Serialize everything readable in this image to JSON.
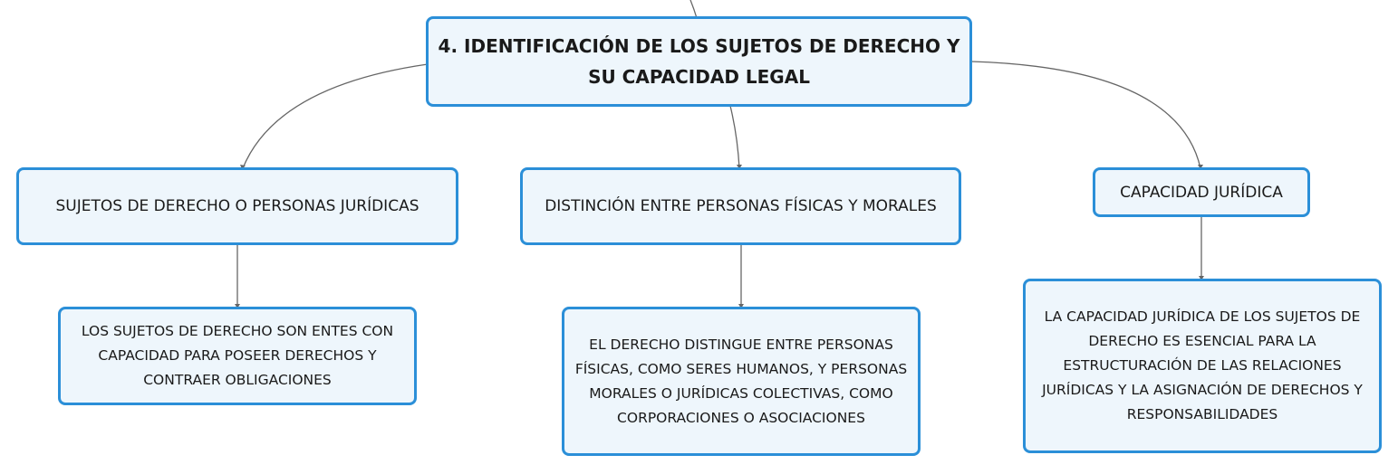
{
  "root": {
    "label": "4. IDENTIFICACIÓN DE LOS SUJETOS DE DERECHO Y SU CAPACIDAD LEGAL"
  },
  "topics": [
    {
      "label": "SUJETOS DE DERECHO O PERSONAS JURÍDICAS",
      "detail": "LOS SUJETOS DE DERECHO SON ENTES CON CAPACIDAD PARA POSEER DERECHOS Y CONTRAER OBLIGACIONES"
    },
    {
      "label": "DISTINCIÓN ENTRE PERSONAS FÍSICAS Y MORALES",
      "detail": "EL DERECHO DISTINGUE ENTRE PERSONAS FÍSICAS, COMO SERES HUMANOS, Y PERSONAS MORALES O JURÍDICAS COLECTIVAS, COMO CORPORACIONES O ASOCIACIONES"
    },
    {
      "label": "CAPACIDAD JURÍDICA",
      "detail": "LA CAPACIDAD JURÍDICA DE LOS SUJETOS DE DERECHO ES ESENCIAL PARA LA ESTRUCTURACIÓN DE LAS RELACIONES JURÍDICAS Y LA ASIGNACIÓN DE DERECHOS Y RESPONSABILIDADES"
    }
  ],
  "colors": {
    "border": "#2b8fd8",
    "fill": "#eef6fc",
    "connector": "#666666"
  }
}
